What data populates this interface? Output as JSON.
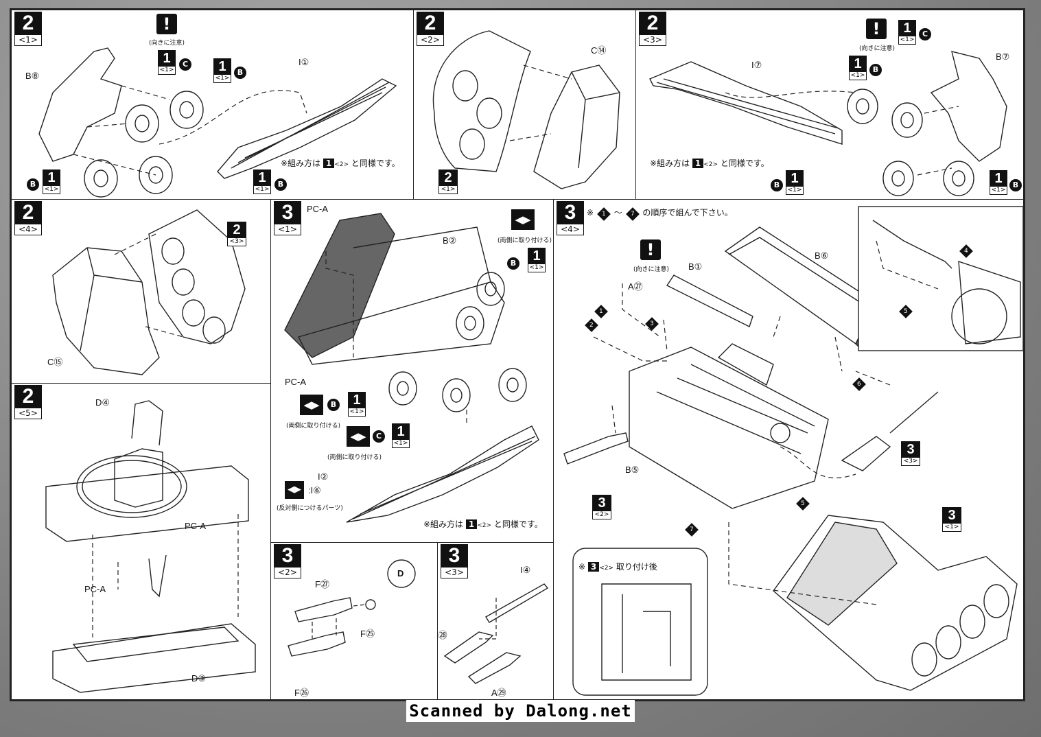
{
  "footer": {
    "credit": "Scanned by Dalong.net"
  },
  "steps": {
    "s2_1": {
      "num": "2",
      "sub": "<1>"
    },
    "s2_2": {
      "num": "2",
      "sub": "<2>"
    },
    "s2_3": {
      "num": "2",
      "sub": "<3>"
    },
    "s2_4": {
      "num": "2",
      "sub": "<4>"
    },
    "s2_5": {
      "num": "2",
      "sub": "<5>"
    },
    "s3_1": {
      "num": "3",
      "sub": "<1>"
    },
    "s3_2": {
      "num": "3",
      "sub": "<2>"
    },
    "s3_3": {
      "num": "3",
      "sub": "<3>"
    },
    "s3_4": {
      "num": "3",
      "sub": "<4>"
    }
  },
  "common": {
    "warn_symbol": "!",
    "orientation_note": "(向きに注意)",
    "same_assembly_prefix": "※組み方は",
    "same_assembly_suffix": "と同様です。",
    "both_sides_note": "(両側に取り付ける)",
    "opposite_side_note": "(反対側につけるパーツ)",
    "ref1_num": "1",
    "ref1_sub": "<1>",
    "ref1_sub2": "<2>",
    "ref2_num": "2",
    "ref3_num": "3",
    "letter_B": "B",
    "letter_C": "C"
  },
  "labels": {
    "B8": "B⑧",
    "I1": "I①",
    "C14": "C⑭",
    "I7": "I⑦",
    "B7": "B⑦",
    "C15": "C⑮",
    "PCA": "PC-A",
    "B2": "B②",
    "I2": "I②",
    "I6": ":I⑥",
    "D4": "D④",
    "D3": "D③",
    "B1": "B①",
    "B6": "B⑥",
    "A27": "A㉗",
    "B5": "B⑤",
    "F27": "F㉗",
    "F25": "F㉕",
    "F26": "F㉖",
    "I4": "I④",
    "A28": "A㉘",
    "A29": "A㉙",
    "D_circle": "D"
  },
  "s3_4": {
    "order_prefix": "※",
    "order_from": "1",
    "order_tilde": "〜",
    "order_to": "7",
    "order_suffix": "の順序で組んで下さい。",
    "after_prefix": "※",
    "after_suffix": "取り付け後",
    "markers": [
      "1",
      "2",
      "3",
      "4",
      "5",
      "6",
      "7"
    ]
  }
}
